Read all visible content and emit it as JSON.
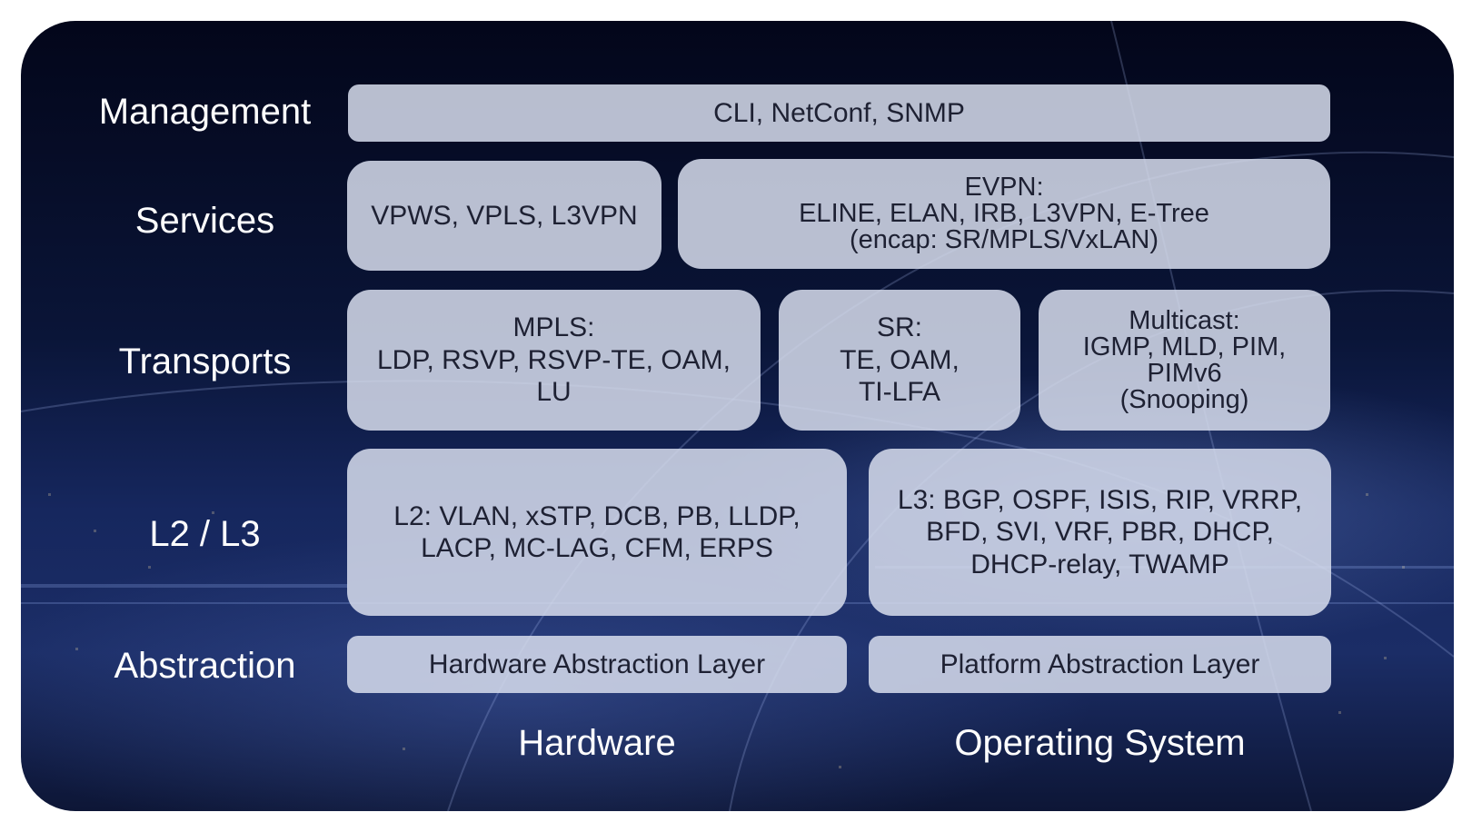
{
  "rows": {
    "management": "Management",
    "services": "Services",
    "transports": "Transports",
    "l2l3": "L2 / L3",
    "abstraction": "Abstraction"
  },
  "boxes": {
    "management": "CLI, NetConf, SNMP",
    "services_left": "VPWS, VPLS, L3VPN",
    "evpn": [
      "EVPN:",
      "ELINE, ELAN, IRB, L3VPN, E-Tree",
      "(encap: SR/MPLS/VxLAN)"
    ],
    "mpls": [
      "MPLS:",
      "LDP, RSVP, RSVP-TE, OAM,",
      "LU"
    ],
    "sr": [
      "SR:",
      "TE, OAM,",
      "TI-LFA"
    ],
    "multicast": [
      "Multicast:",
      "IGMP, MLD, PIM,",
      "PIMv6",
      "(Snooping)"
    ],
    "l2": [
      "L2: VLAN, xSTP, DCB, PB, LLDP,",
      "LACP, MC-LAG, CFM, ERPS"
    ],
    "l3": [
      "L3: BGP, OSPF, ISIS, RIP, VRRP,",
      "BFD, SVI, VRF, PBR, DHCP,",
      "DHCP-relay, TWAMP"
    ],
    "hal": "Hardware Abstraction Layer",
    "pal": "Platform Abstraction Layer"
  },
  "footer": {
    "hardware": "Hardware",
    "os": "Operating System"
  }
}
